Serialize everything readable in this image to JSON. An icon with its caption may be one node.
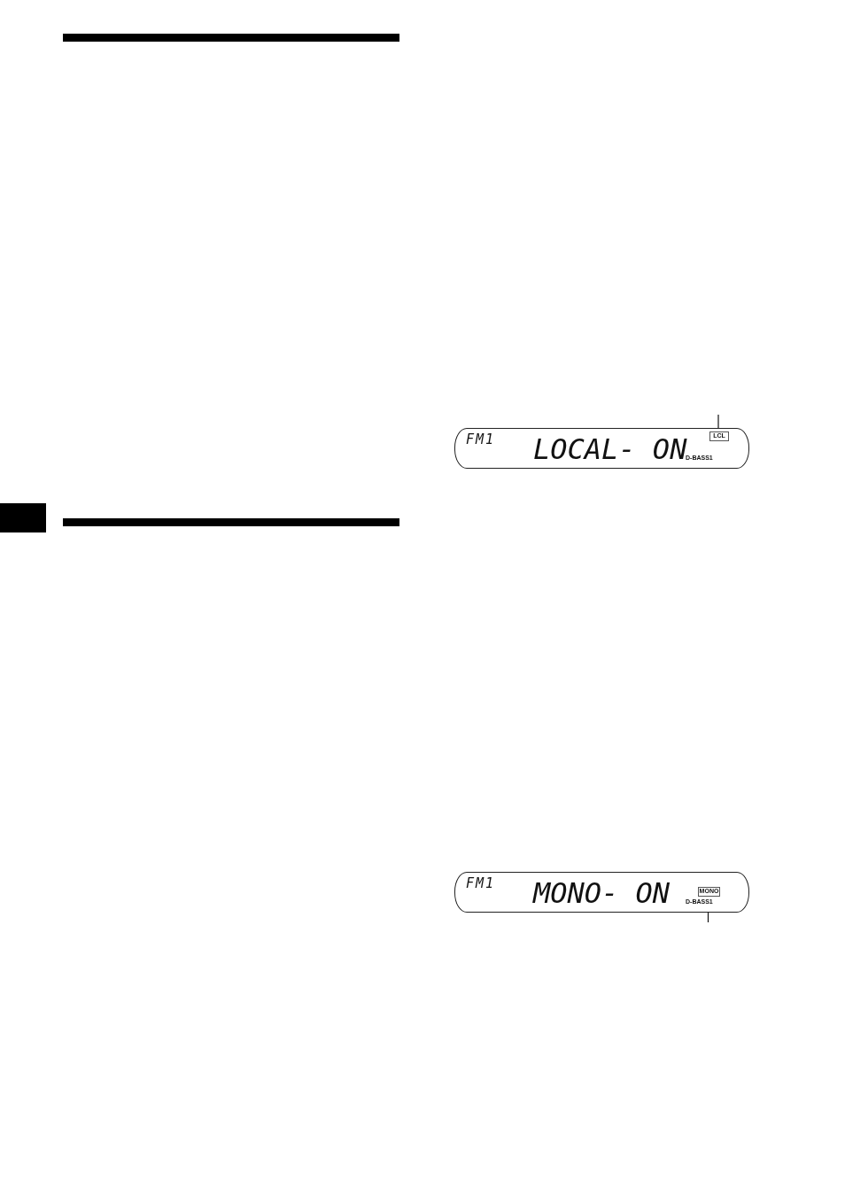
{
  "diagram": {
    "nodes": [
      {
        "text": [
          "FM1",
          "LOCAL- ON",
          "D-BASS1"
        ]
      },
      {
        "text": [
          "LCL"
        ],
        "in": 0
      },
      {
        "text": [
          "FM1",
          "MONO- ON",
          "D-BASS1"
        ]
      },
      {
        "text": [
          "MONO"
        ],
        "in": 2
      }
    ],
    "edges": [
      {
        "from": null,
        "to": 1,
        "arrow": "none"
      },
      {
        "from": 3,
        "to": null,
        "arrow": "none"
      }
    ]
  }
}
